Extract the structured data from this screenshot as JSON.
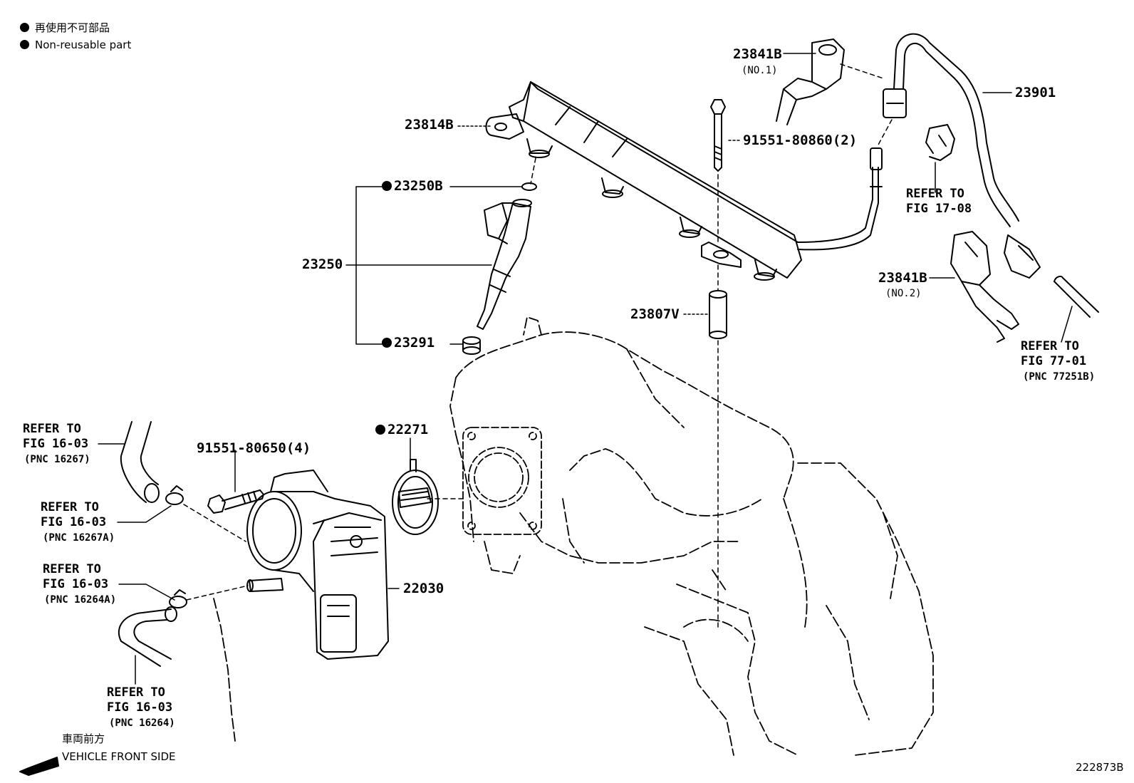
{
  "legend": {
    "jp": "再使用不可部品",
    "en": "Non-reusable part"
  },
  "parts": {
    "p23841B_1": "23841B",
    "p23841B_1_sub": "(NO.1)",
    "p23901": "23901",
    "p23814B": "23814B",
    "p91551_80860": "91551-80860(2)",
    "p23250B": "23250B",
    "p23250": "23250",
    "p23291": "23291",
    "p23807V": "23807V",
    "p23841B_2": "23841B",
    "p23841B_2_sub": "(NO.2)",
    "p22271": "22271",
    "p91551_80650": "91551-80650(4)",
    "p22030": "22030"
  },
  "refs": {
    "r17_08": "REFER TO\nFIG 17-08",
    "r77_01": "REFER TO\nFIG 77-01",
    "r77_01_pnc": "(PNC 77251B)",
    "r16267": "REFER TO\nFIG 16-03",
    "r16267_pnc": "(PNC 16267)",
    "r16267A": "REFER TO\nFIG 16-03",
    "r16267A_pnc": "(PNC 16267A)",
    "r16264A": "REFER TO\nFIG 16-03",
    "r16264A_pnc": "(PNC 16264A)",
    "r16264": "REFER TO\nFIG 16-03",
    "r16264_pnc": "(PNC 16264)"
  },
  "orientation": {
    "jp": "車両前方",
    "en": "VEHICLE FRONT SIDE"
  },
  "diagram_id": "222873B"
}
